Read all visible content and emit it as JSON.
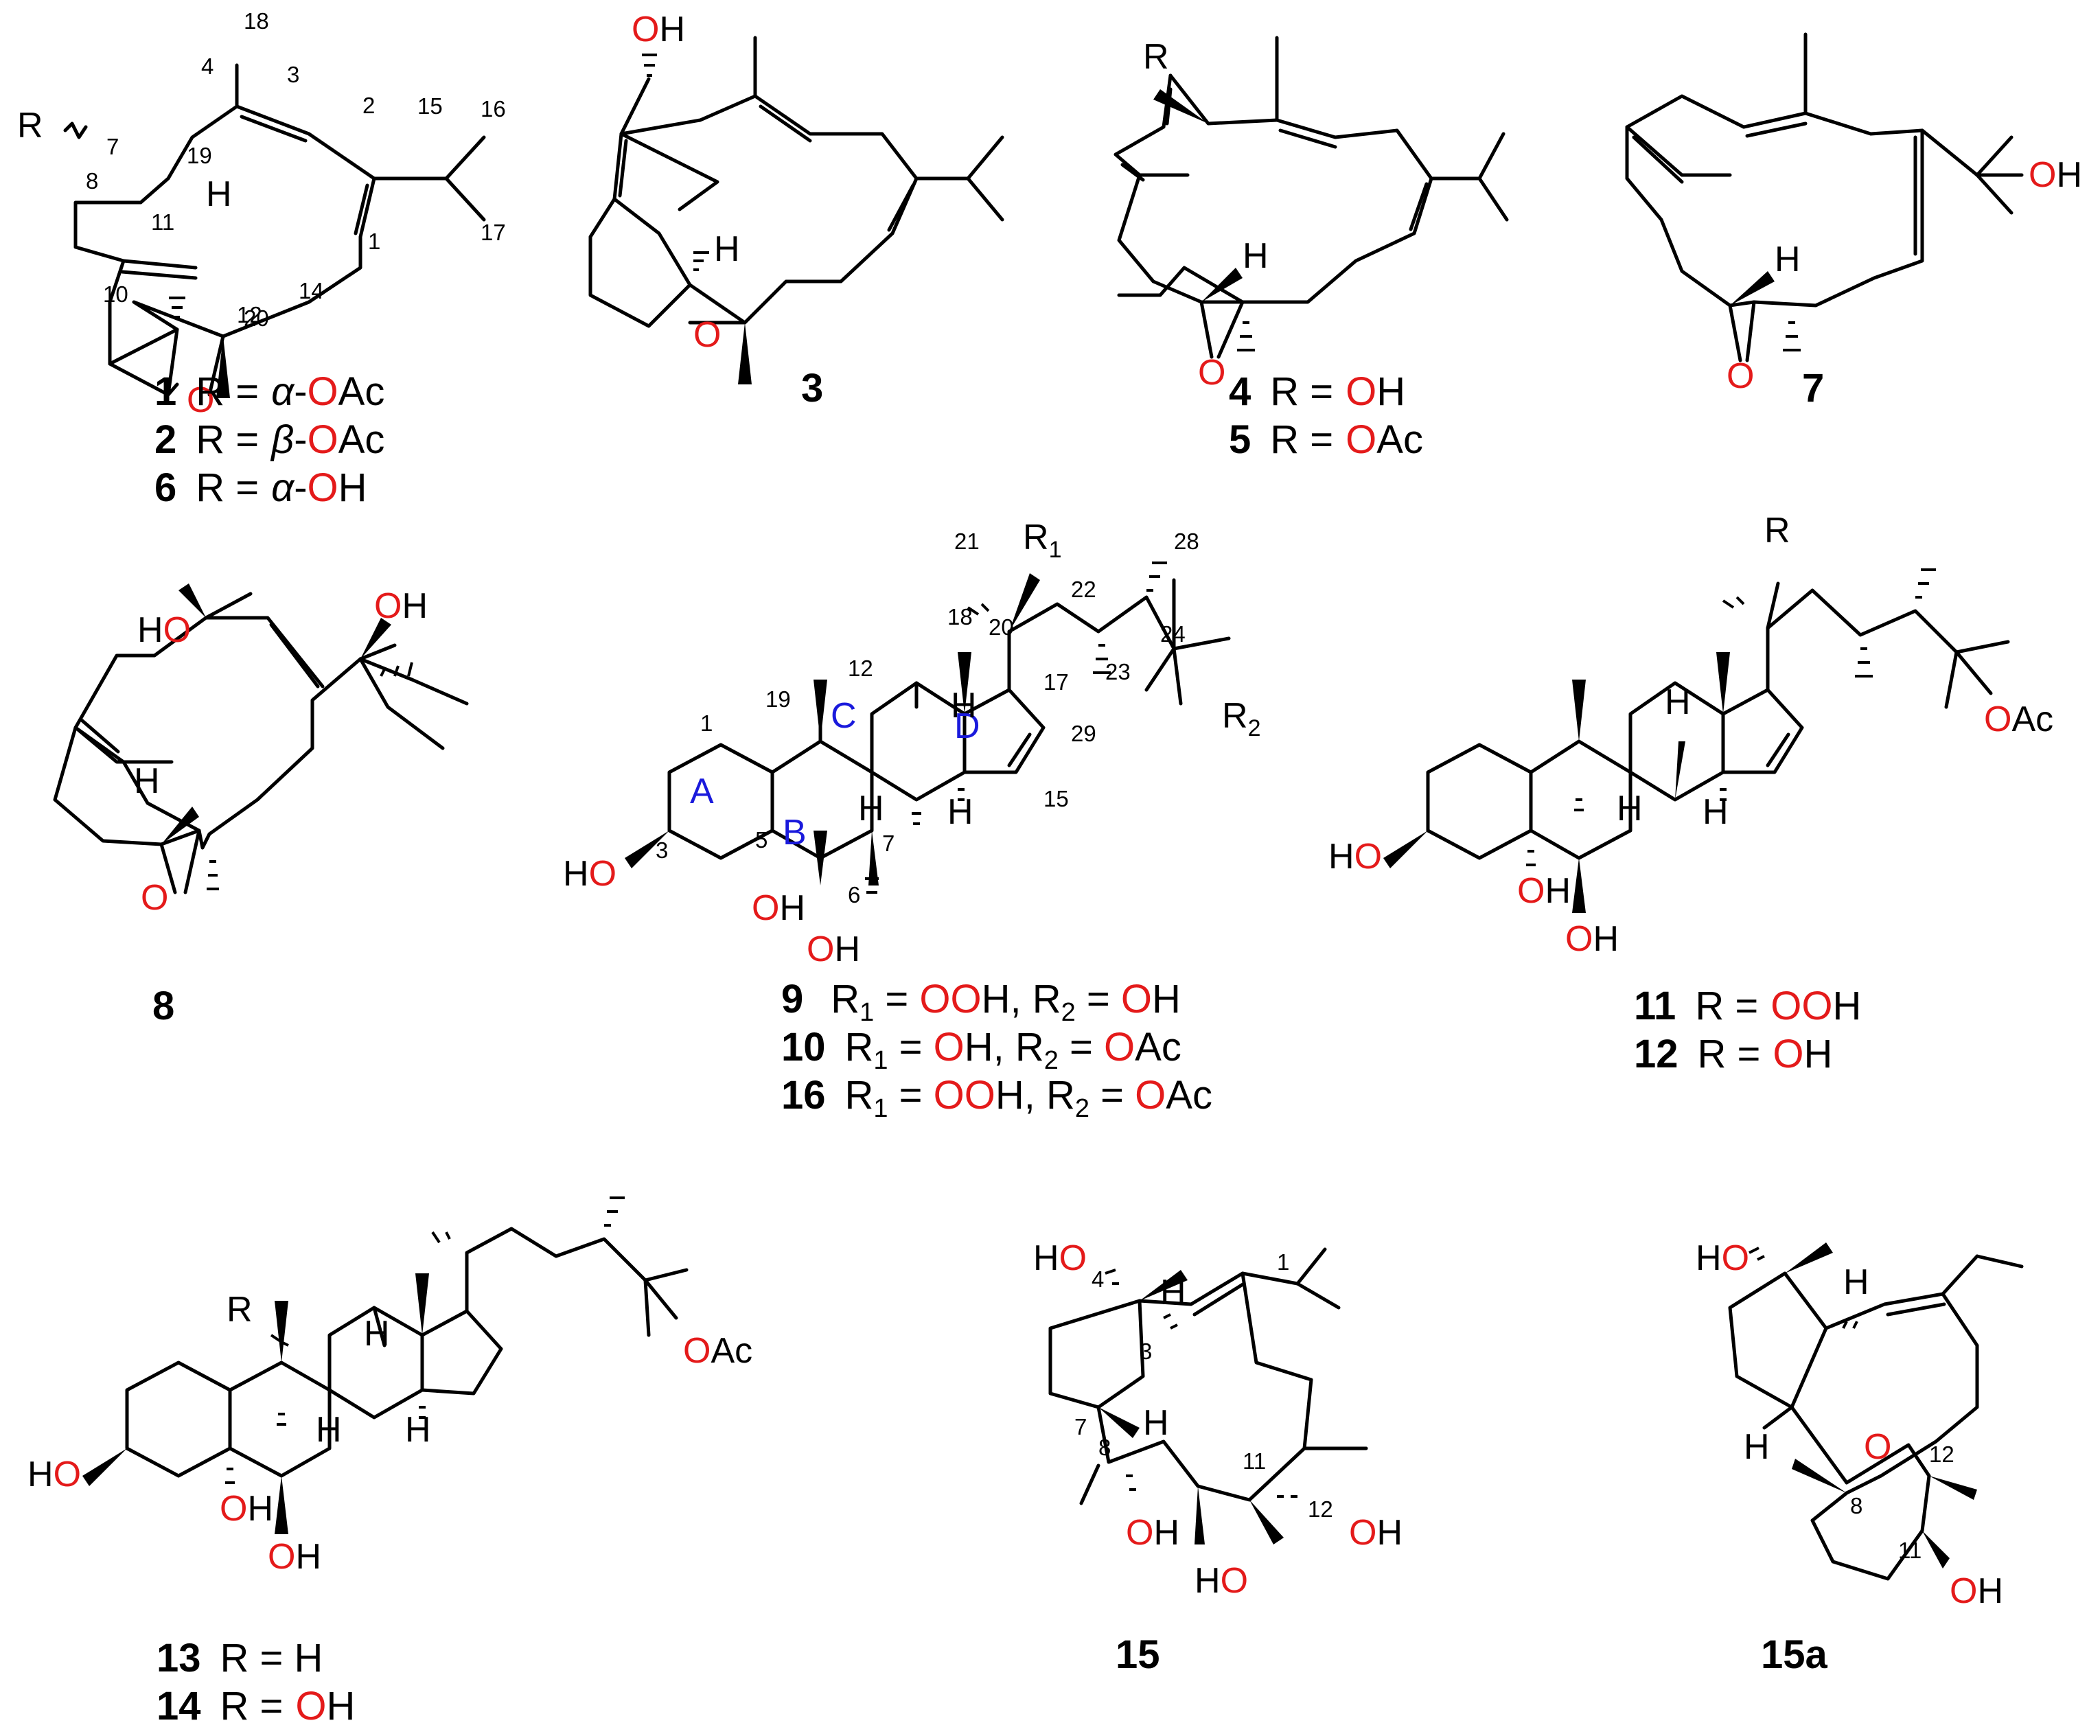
{
  "colors": {
    "heteroatom": "#e41a1a",
    "ring_label": "#1a1adc",
    "bond": "#000000"
  },
  "atoms": {
    "O": "O",
    "H": "H",
    "OH": "OH",
    "HO": "HO",
    "R": "R",
    "R1": "R",
    "R1_sub": "1",
    "R2": "R",
    "R2_sub": "2"
  },
  "c1": {
    "nums": {
      "n1": "1",
      "n2": "2",
      "n3": "3",
      "n4": "4",
      "n7": "7",
      "n8": "8",
      "n10": "10",
      "n11": "11",
      "n12": "12",
      "n14": "14",
      "n15": "15",
      "n16": "16",
      "n17": "17",
      "n18": "18",
      "n19": "19",
      "n20": "20"
    },
    "captions": [
      {
        "num": "1",
        "lhs": "R =",
        "greek": "α",
        "dash": "-",
        "o": "O",
        "rest": "Ac"
      },
      {
        "num": "2",
        "lhs": "R =",
        "greek": "β",
        "dash": "-",
        "o": "O",
        "rest": "Ac"
      },
      {
        "num": "6",
        "lhs": "R =",
        "greek": "α",
        "dash": "-",
        "o": "O",
        "rest": "H"
      }
    ]
  },
  "c3": {
    "caption": "3"
  },
  "c4": {
    "captions": [
      {
        "num": "4",
        "lhs": "R =",
        "o": "O",
        "rest": "H"
      },
      {
        "num": "5",
        "lhs": "R =",
        "o": "O",
        "rest": "Ac"
      }
    ]
  },
  "c7": {
    "caption": "7"
  },
  "c8": {
    "caption": "8"
  },
  "c9": {
    "rings": {
      "A": "A",
      "B": "B",
      "C": "C",
      "D": "D"
    },
    "nums": {
      "n1": "1",
      "n3": "3",
      "n5": "5",
      "n6": "6",
      "n7": "7",
      "n12": "12",
      "n15": "15",
      "n17": "17",
      "n18": "18",
      "n19": "19",
      "n20": "20",
      "n21": "21",
      "n22": "22",
      "n23": "23",
      "n24": "24",
      "n28": "28",
      "n29": "29"
    },
    "captions": [
      {
        "num": "9",
        "r1": "R",
        "s1": "1",
        "eq": " = ",
        "v1o": "OO",
        "v1h": "H",
        "sep": ", ",
        "r2": "R",
        "s2": "2",
        "v2o": "O",
        "v2h": "H"
      },
      {
        "num": "10",
        "r1": "R",
        "s1": "1",
        "eq": " = ",
        "v1o": "O",
        "v1h": "H",
        "sep": ", ",
        "r2": "R",
        "s2": "2",
        "v2o": "O",
        "v2h": "Ac"
      },
      {
        "num": "16",
        "r1": "R",
        "s1": "1",
        "eq": " = ",
        "v1o": "OO",
        "v1h": "H",
        "sep": ", ",
        "r2": "R",
        "s2": "2",
        "v2o": "O",
        "v2h": "Ac"
      }
    ]
  },
  "c11": {
    "oac": "Ac",
    "captions": [
      {
        "num": "11",
        "lhs": "R =",
        "o": "OO",
        "rest": "H"
      },
      {
        "num": "12",
        "lhs": "R =",
        "o": "O",
        "rest": "H"
      }
    ]
  },
  "c13": {
    "oac": "Ac",
    "captions": [
      {
        "num": "13",
        "lhs": "R = H"
      },
      {
        "num": "14",
        "lhs": "R =",
        "o": "O",
        "rest": "H"
      }
    ]
  },
  "c15": {
    "nums": {
      "n1": "1",
      "n3": "3",
      "n4": "4",
      "n7": "7",
      "n8": "8",
      "n11": "11",
      "n12": "12"
    },
    "caption": "15"
  },
  "c15a": {
    "nums": {
      "n8": "8",
      "n11": "11",
      "n12": "12"
    },
    "caption": "15a"
  }
}
